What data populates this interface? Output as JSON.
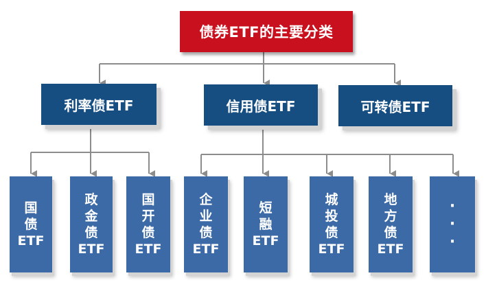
{
  "title": "债券ETF的主要分类",
  "categories": [
    {
      "label": "利率债ETF"
    },
    {
      "label": "信用债ETF"
    },
    {
      "label": "可转债ETF"
    }
  ],
  "rate_bond_types": [
    {
      "label": "国\n债\nETF"
    },
    {
      "label": "政\n金\n债\nETF"
    },
    {
      "label": "国\n开\n债\nETF"
    }
  ],
  "credit_bond_types": [
    {
      "label": "企\n业\n债\nETF"
    },
    {
      "label": "短\n融\nETF"
    },
    {
      "label": "城\n投\n债\nETF"
    },
    {
      "label": "地\n方\n债\nETF"
    },
    {
      "label": "·\n·\n·"
    }
  ],
  "colors": {
    "title_fill": "#c8101e",
    "category_fill": "#174e82",
    "leaf_fill": "#3c6aa6",
    "connector": "#8c8c8c"
  }
}
